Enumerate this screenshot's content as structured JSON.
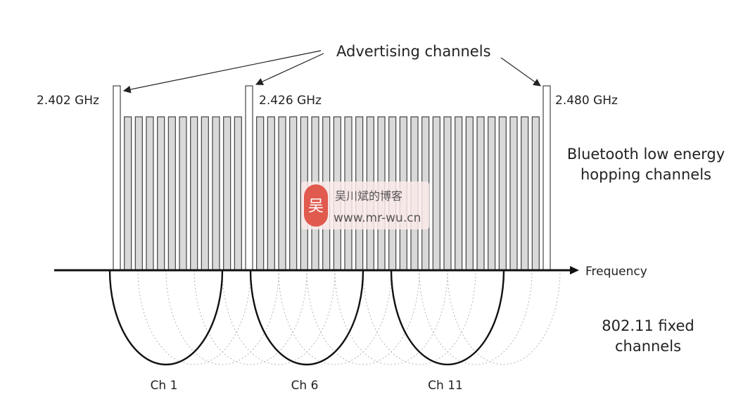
{
  "labels": {
    "advertising": "Advertising channels",
    "freq_left": "2.402 GHz",
    "freq_mid": "2.426 GHz",
    "freq_right": "2.480 GHz",
    "ble_line1": "Bluetooth low energy",
    "ble_line2": "hopping channels",
    "frequency_axis": "Frequency",
    "wifi_line1": "802.11 fixed",
    "wifi_line2": "channels",
    "ch1": "Ch 1",
    "ch6": "Ch 6",
    "ch11": "Ch 11"
  },
  "watermark": {
    "glyph": "吴",
    "line1": "吴川斌的博客",
    "line2": "www.mr-wu.cn"
  },
  "ble": {
    "advertising_channel_count": 3,
    "data_channel_count": 37,
    "total_channel_count": 40,
    "advertising_color": "#ffffff",
    "data_color": "#d9d9d9"
  },
  "wifi": {
    "overlapping_channel_count": 13,
    "fixed_channels": [
      "Ch 1",
      "Ch 6",
      "Ch 11"
    ]
  }
}
